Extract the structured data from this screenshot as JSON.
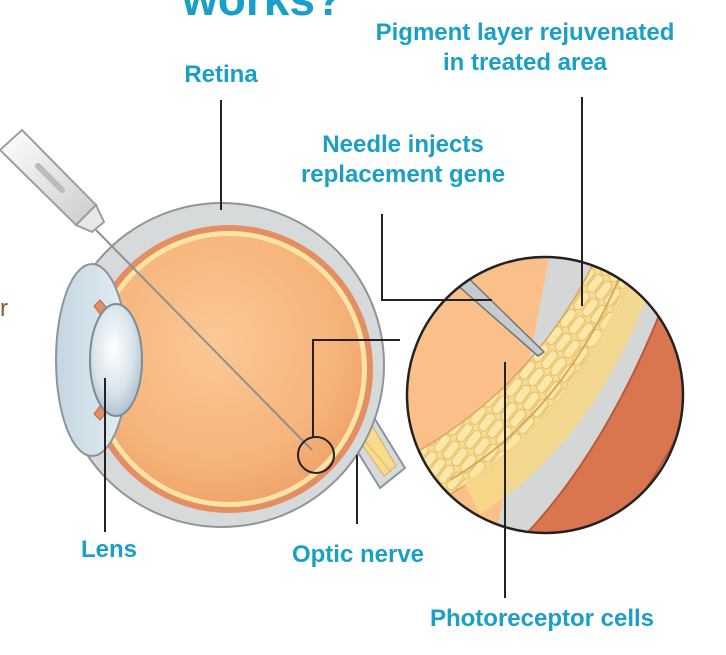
{
  "header_fragment": "works?",
  "side_fragment": "r",
  "labels": {
    "retina": "Retina",
    "pigment_line1": "Pigment layer rejuvenated",
    "pigment_line2": "in treated area",
    "needle_line1": "Needle injects",
    "needle_line2": "replacement gene",
    "lens": "Lens",
    "optic_nerve": "Optic nerve",
    "photoreceptor": "Photoreceptor cells"
  },
  "colors": {
    "label": "#1aa0c8",
    "sclera": "#d7dadb",
    "eye_interior": "#f7b77c",
    "retina_band": "#e48e63",
    "pigment_band": "#f7dc8c",
    "choroid": "#d9754f",
    "outer_gray": "#d5d6d6"
  }
}
